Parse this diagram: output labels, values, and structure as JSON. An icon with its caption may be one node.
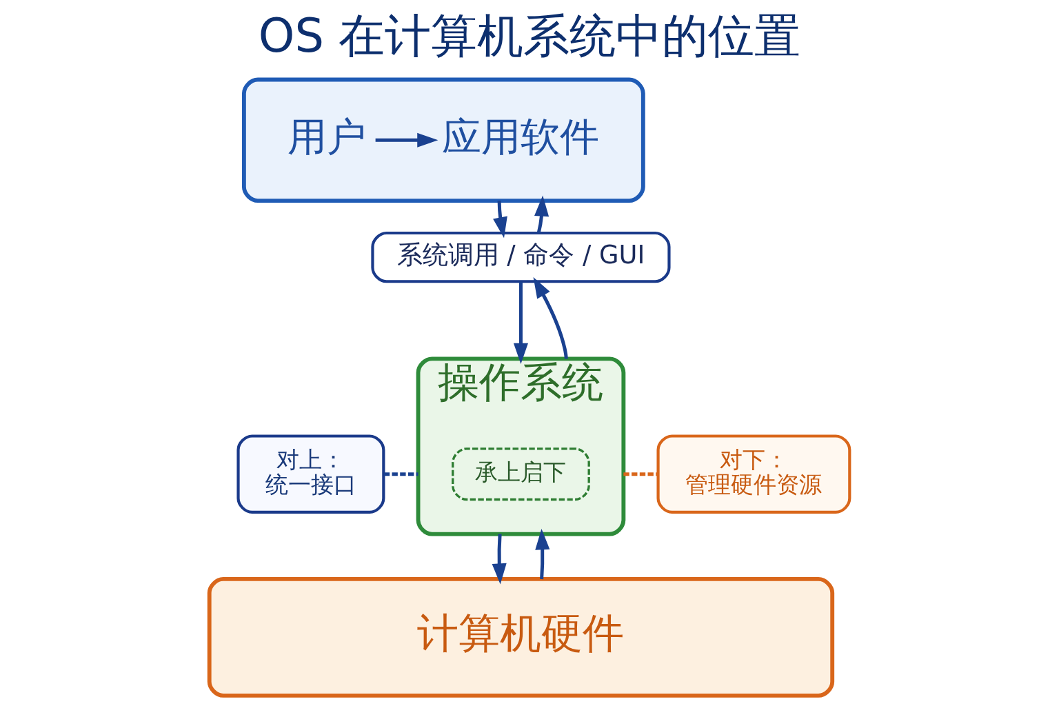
{
  "diagram": {
    "title": "OS 在计算机系统中的位置",
    "nodes": [
      {
        "text": [],
        "shape": "box"
      },
      {
        "text": [
          "用户"
        ],
        "in": 0
      },
      {
        "text": [
          "应用软件"
        ],
        "in": 0
      },
      {
        "text": [
          "系统调用 / 命令 / GUI"
        ]
      },
      {
        "text": [
          "对上：",
          "统一接口"
        ]
      },
      {
        "text": [
          "操作系统"
        ]
      },
      {
        "text": [
          "承上启下"
        ],
        "in": 5
      },
      {
        "text": [
          "对下：",
          "管理硬件资源"
        ]
      },
      {
        "text": [
          "计算机硬件"
        ]
      }
    ],
    "edges": [
      {
        "from": 1,
        "to": 2,
        "arrow": "to"
      },
      {
        "from": 0,
        "to": 3,
        "arrow": "to"
      },
      {
        "from": 3,
        "to": 0,
        "arrow": "to"
      },
      {
        "from": 3,
        "to": 5,
        "arrow": "to"
      },
      {
        "from": 5,
        "to": 3,
        "arrow": "to"
      },
      {
        "from": 4,
        "to": 5,
        "arrow": "none",
        "style": "dashed"
      },
      {
        "from": 5,
        "to": 7,
        "arrow": "none",
        "style": "dashed",
        "color": "#d9661a"
      },
      {
        "from": 5,
        "to": 8,
        "arrow": "to"
      },
      {
        "from": 8,
        "to": 5,
        "arrow": "to"
      }
    ]
  }
}
